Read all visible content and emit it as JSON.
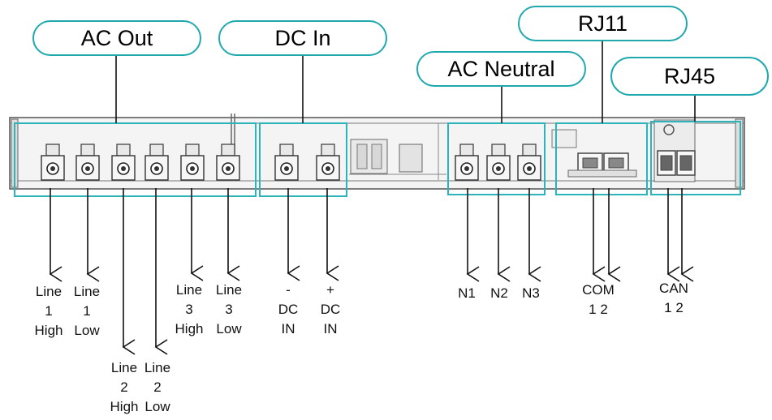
{
  "groups": {
    "ac_out": "AC Out",
    "dc_in": "DC In",
    "ac_neutral": "AC Neutral",
    "rj11": "RJ11",
    "rj45": "RJ45"
  },
  "terminals": {
    "line1_high": "Line\n1\nHigh",
    "line1_low": "Line\n1\nLow",
    "line2_high": "Line\n2\nHigh",
    "line2_low": "Line\n2\nLow",
    "line3_high": "Line\n3\nHigh",
    "line3_low": "Line\n3\nLow",
    "dc_in_neg": "-\nDC\nIN",
    "dc_in_pos": "+\nDC\nIN",
    "n1": "N1",
    "n2": "N2",
    "n3": "N3",
    "com": "COM\n1 2",
    "can": "CAN\n1 2"
  },
  "colors": {
    "callout_border": "#1fa9ae",
    "region_border": "#2bb5bb",
    "device_outline": "#555555"
  }
}
